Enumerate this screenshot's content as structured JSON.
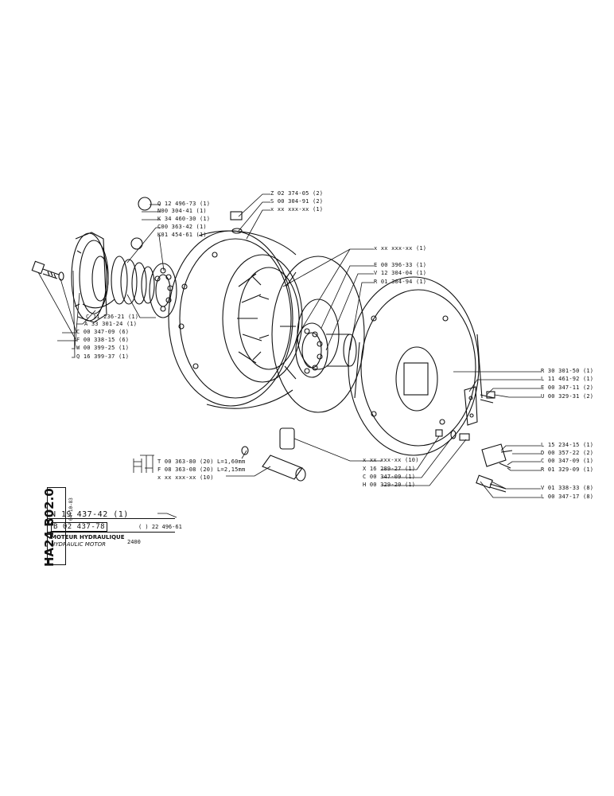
{
  "sheet": {
    "code": "HA24 B02.0",
    "date": "04-10-83",
    "assembly_ref": "N 19 437-42 (1)",
    "boxed_ref": "B 02 437-78",
    "secondary_ref": "( ) 22 496-61",
    "title_fr": "MOTEUR HYDRAULIQUE",
    "title_en": "HYDRAULIC MOTOR",
    "model": "2400"
  },
  "labels_left": [
    "Q 12 496-73 (1)",
    "N00 304-41 (1)",
    "K 34 460-30 (1)",
    "C00 363-42 (1)",
    "K01 454-61 (1)",
    "C 11 236-21 (1)",
    "A 33 301-24 (1)",
    "C 00 347-09 (6)",
    "F 00 338-15 (6)",
    "W 00 399-25 (1)",
    "Q 16 399-37 (1)"
  ],
  "labels_top": [
    "Z 02 374-05 (2)",
    "S 00 304-91 (2)",
    "x xx xxx-xx (1)"
  ],
  "labels_mid": [
    "x xx xxx-xx (1)",
    "E 00 396-33 (1)",
    "V 12 304-04 (1)",
    "R 01 304-94 (1)"
  ],
  "labels_right": [
    "R 30 301-50 (1)",
    "L 11 461-92 (1)",
    "E 00 347-11 (2)",
    "U 00 329-31 (2)",
    "L 15 234-15 (1)",
    "D 00 357-22 (2)",
    "C 00 347-09 (1)",
    "R 01 329-09 (1)",
    "V 01 338-33 (8)",
    "L 00 347-17 (8)"
  ],
  "labels_bottom": [
    "x xx xxx-xx (10)",
    "X 16 289-27 (1)",
    "C 00 347-09 (1)",
    "H 00 329-20 (1)"
  ],
  "labels_pins": [
    "T 00 363-80 (20) L=1,60mm",
    "F 08 363-08 (20) L=2,15mm",
    "x xx xxx-xx (10)"
  ]
}
